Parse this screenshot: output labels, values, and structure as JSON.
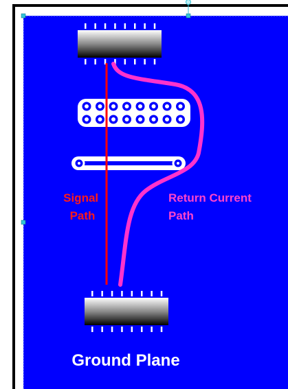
{
  "diagram": {
    "signal_label": [
      "Signal",
      "Path"
    ],
    "return_label": [
      "Return Current",
      "Path"
    ],
    "ground_label": "Ground Plane",
    "colors": {
      "plane": "#0000ff",
      "signal": "#ff0000",
      "return": "#ff33cc",
      "label_signal": "#ff1a1a",
      "label_return": "#ff44cc",
      "ground_text": "#ffffff",
      "selection": "#33c3d8",
      "frame": "#000000"
    }
  }
}
